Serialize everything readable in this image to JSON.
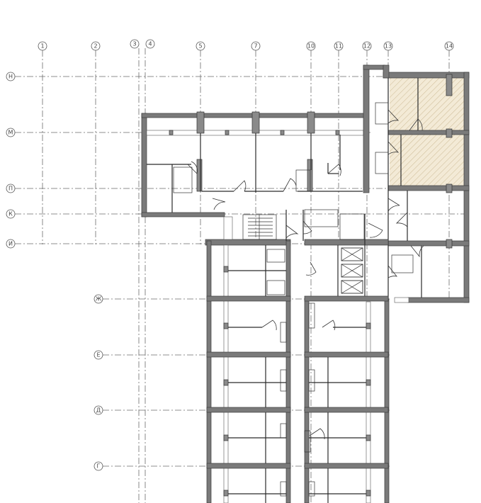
{
  "axes_vertical": [
    "1",
    "2",
    "3",
    "4",
    "5",
    "7",
    "10",
    "11",
    "12",
    "13",
    "14"
  ],
  "axes_horizontal_upper": [
    "Н",
    "М",
    "П",
    "К",
    "И"
  ],
  "axes_horizontal_lower": [
    "Ж",
    "Е",
    "Д",
    "Г"
  ],
  "colors": {
    "wall": "#7a7a7a",
    "axis": "#6b6b6b",
    "highlight_zone": "#f3ead6",
    "background": "#ffffff"
  },
  "icons": [
    "lift-shaft-icon",
    "stair-flight-icon",
    "door-swing-icon"
  ]
}
